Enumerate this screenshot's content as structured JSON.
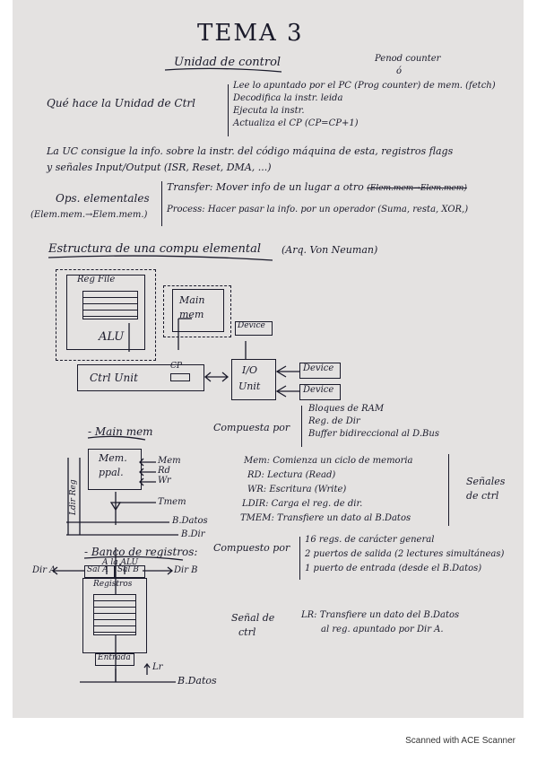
{
  "header": {
    "title": "TEMA 3",
    "subtitle": "Unidad de control",
    "note_line1": "Penod counter",
    "note_line2": "ó"
  },
  "que_hace": {
    "label": "Qué hace la Unidad de Ctrl",
    "items": [
      "Lee lo apuntado por el PC (Prog counter) de mem. (fetch)",
      "Decodifica la instr. leida",
      "Ejecuta la instr.",
      "Actualiza el CP (CP=CP+1)"
    ]
  },
  "uc_paragraph": {
    "line1": "La UC consigue la info. sobre la instr. del código máquina de esta, registros flags",
    "line2": "y señales Input/Output (ISR, Reset, DMA, ...)"
  },
  "ops": {
    "label_line1": "Ops. elementales",
    "label_line2": "(Elem.mem.→Elem.mem.)",
    "transfer": "Transfer: Mover info de un lugar a otro",
    "transfer_struck": "(Elem.mem→Elem.mem)",
    "process": "Process: Hacer pasar la info. por un operador (Suma, resta, XOR,)"
  },
  "estructura": {
    "heading": "Estructura de una compu elemental",
    "note": "(Arq. Von Neuman)"
  },
  "diagram1": {
    "reg_file": "Reg File",
    "alu": "ALU",
    "main_mem_1": "Main",
    "main_mem_2": "mem",
    "device_top": "Device",
    "cp": "CP",
    "ctrl_unit": "Ctrl Unit",
    "io_1": "I/O",
    "io_2": "Unit",
    "device_1": "Device",
    "device_2": "Device"
  },
  "main_mem": {
    "heading": "Main mem",
    "compuesta_label": "Compuesta por",
    "compuesta": [
      "Bloques de RAM",
      "Reg. de Dir",
      "Buffer bidireccional al D.Bus"
    ],
    "box_1": "Mem.",
    "box_2": "ppal.",
    "side_label": "Ldir Reg",
    "in_mem": "Mem",
    "in_rd": "Rd",
    "in_wr": "Wr",
    "tmem": "Tmem",
    "bdatos": "B.Datos",
    "bdir": "B.Dir",
    "signals": [
      "Mem: Comienza un ciclo de memoria",
      "RD: Lectura (Read)",
      "WR: Escritura (Write)",
      "LDIR: Carga el reg. de dir.",
      "TMEM: Transfiere un dato al B.Datos"
    ],
    "signals_label_1": "Señales",
    "signals_label_2": "de ctrl"
  },
  "banco": {
    "heading": "Banco de registros:",
    "a_la_alu": "A la ALU",
    "dir_a": "Dir A",
    "dir_b": "Dir B",
    "sal_a": "Sal A",
    "sal_b": "Sal B",
    "registros": "Registros",
    "entrada": "Entrada",
    "lr": "Lr",
    "bdatos": "B.Datos",
    "compuesto_label": "Compuesto por",
    "compuesto": [
      "16 regs. de carácter general",
      "2 puertos de salida (2 lectures simultáneas)",
      "1 puerto de entrada (desde el B.Datos)"
    ],
    "senal_label_1": "Señal de",
    "senal_label_2": "ctrl",
    "senal_line1": "LR: Transfiere un dato del B.Datos",
    "senal_line2": "al reg. apuntado por Dir A."
  },
  "footer": "Scanned with ACE Scanner"
}
